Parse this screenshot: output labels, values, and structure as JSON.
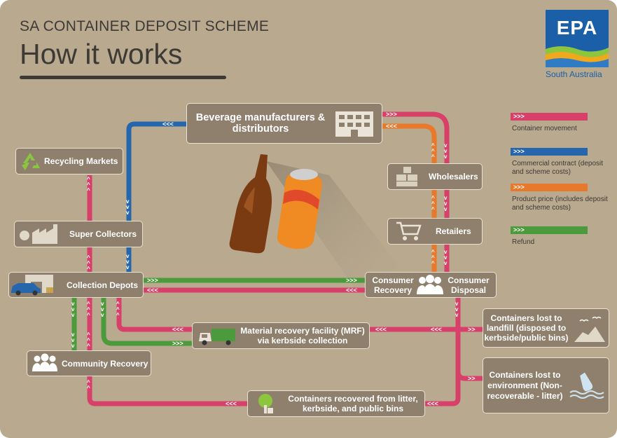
{
  "header": {
    "kicker": "SA CONTAINER DEPOSIT SCHEME",
    "title": "How it works"
  },
  "logo": {
    "mark": "EPA",
    "subtitle": "South Australia"
  },
  "nodes": {
    "beverage": "Beverage manufacturers & distributors",
    "recycling": "Recycling Markets",
    "wholesalers": "Wholesalers",
    "super": "Super Collectors",
    "retailers": "Retailers",
    "depots": "Collection Depots",
    "consumer_recovery": "Consumer Recovery",
    "consumer_disposal": "Consumer Disposal",
    "landfill": "Containers lost to landfill (disposed to kerbside/public bins)",
    "mrf": "Material recovery facility (MRF) via kerbside collection",
    "community": "Community Recovery",
    "environment": "Containers lost to environment (Non-recoverable - litter)",
    "litter": "Containers recovered from litter, kerbside, and public bins"
  },
  "legend": [
    {
      "label": "Container movement",
      "color": "#d8406a",
      "arrows": ">>>"
    },
    {
      "label": "Commercial contract (deposit and scheme costs)",
      "color": "#2566ad",
      "arrows": ">>>"
    },
    {
      "label": "Product price (includes deposit and scheme costs)",
      "color": "#e8782a",
      "arrows": ">>>"
    },
    {
      "label": "Refund",
      "color": "#4b9b3c",
      "arrows": ">>>"
    }
  ],
  "colors": {
    "background": "#b8a98f",
    "box": "#8e806d",
    "container_movement": "#d8406a",
    "commercial_contract": "#2566ad",
    "product_price": "#e8782a",
    "refund": "#4b9b3c"
  },
  "icons": [
    "recycle-icon",
    "factory-icon",
    "truck-icon",
    "car-icon",
    "building-icon",
    "boxes-icon",
    "cart-icon",
    "people-icon",
    "tree-icon",
    "landfill-icon",
    "litter-icon",
    "bottle-icon",
    "can-icon"
  ]
}
